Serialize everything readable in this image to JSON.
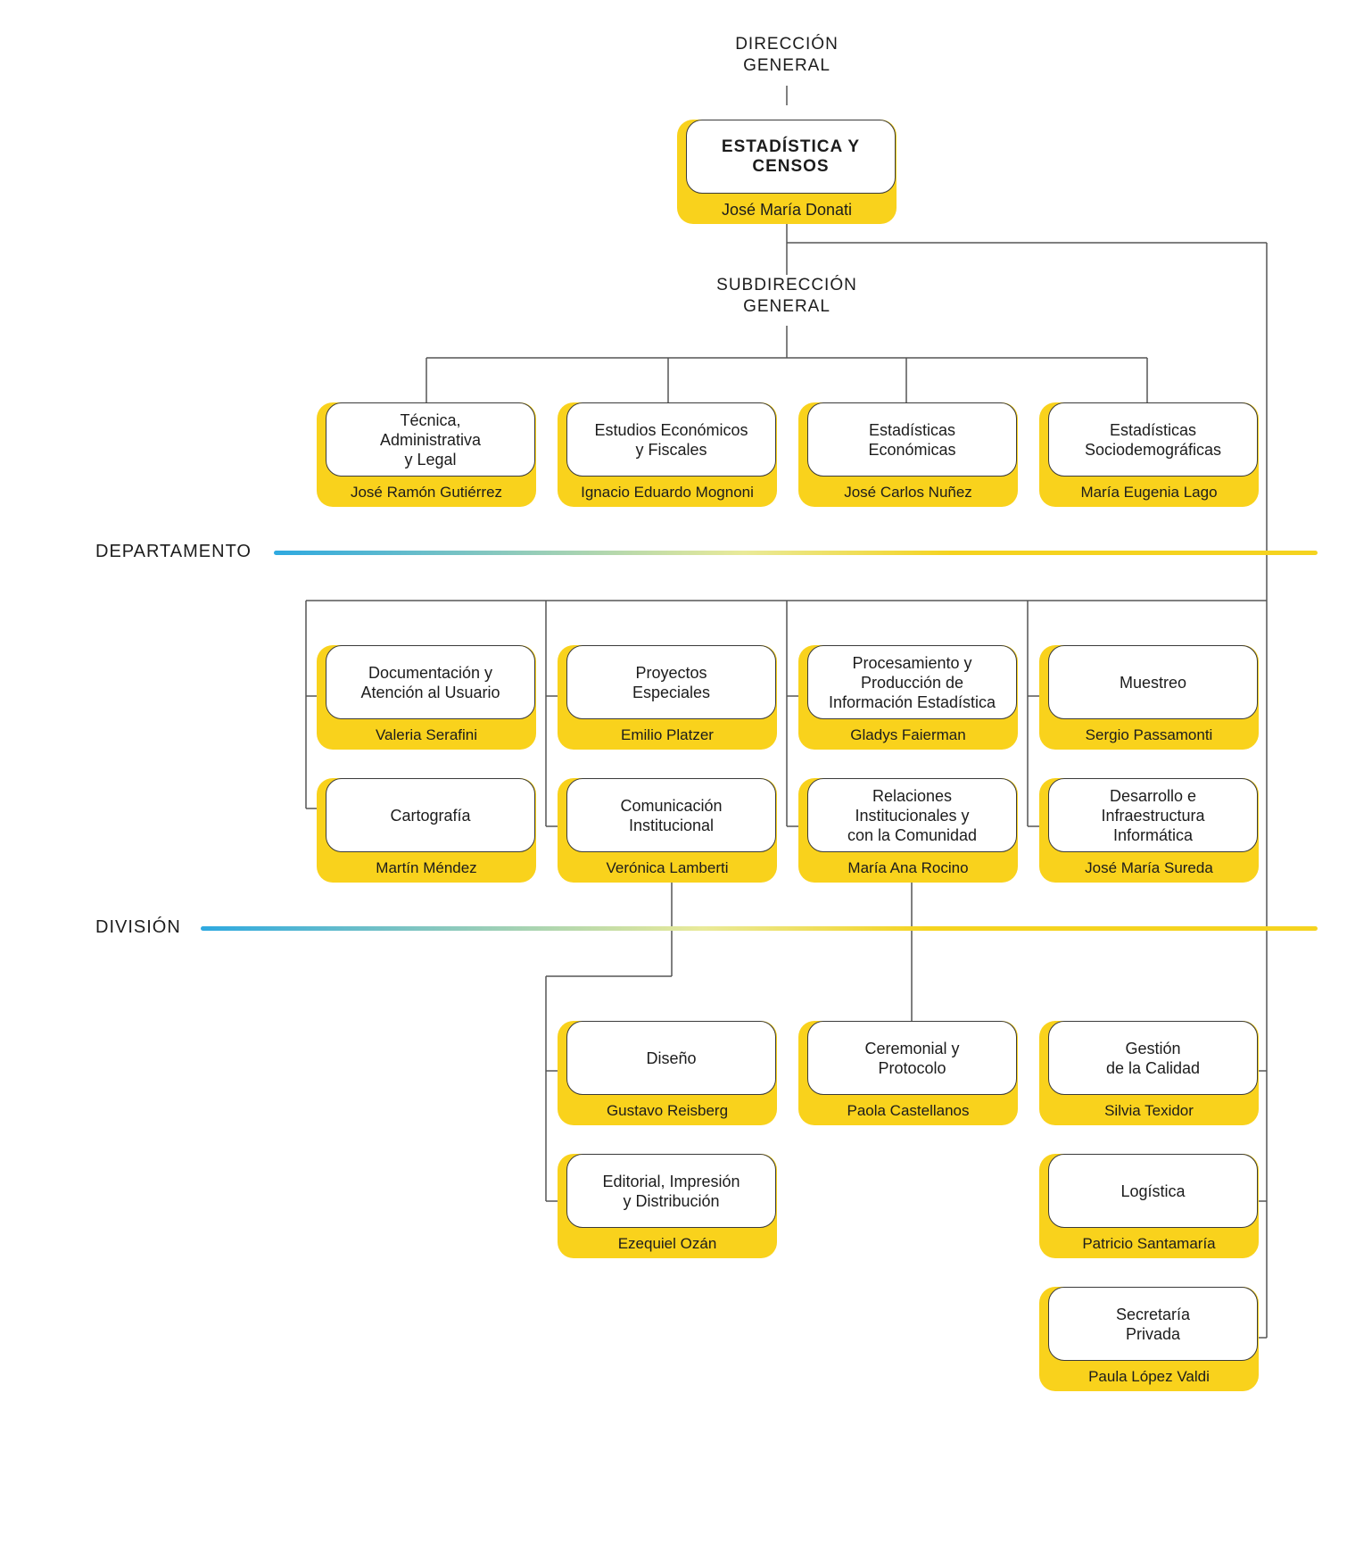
{
  "top_label": "DIRECCIÓN\nGENERAL",
  "root": {
    "title": "ESTADÍSTICA Y\nCENSOS",
    "name": "José María Donati"
  },
  "sub_label": "SUBDIRECCIÓN\nGENERAL",
  "directorates": [
    {
      "title": "Técnica,\nAdministrativa\ny Legal",
      "name": "José Ramón Gutiérrez"
    },
    {
      "title": "Estudios Económicos\ny Fiscales",
      "name": "Ignacio Eduardo Mognoni"
    },
    {
      "title": "Estadísticas\nEconómicas",
      "name": "José Carlos Nuñez"
    },
    {
      "title": "Estadísticas\nSociodemográficas",
      "name": "María Eugenia Lago"
    }
  ],
  "departamento_label": "DEPARTAMENTO",
  "departments": [
    {
      "title": "Documentación y\nAtención al Usuario",
      "name": "Valeria Serafini"
    },
    {
      "title": "Proyectos\nEspeciales",
      "name": "Emilio Platzer"
    },
    {
      "title": "Procesamiento y\nProducción de\nInformación Estadística",
      "name": "Gladys Faierman"
    },
    {
      "title": "Muestreo",
      "name": "Sergio Passamonti"
    },
    {
      "title": "Cartografía",
      "name": "Martín Méndez"
    },
    {
      "title": "Comunicación\nInstitucional",
      "name": "Verónica Lamberti"
    },
    {
      "title": "Relaciones\nInstitucionales y\ncon la Comunidad",
      "name": "María Ana Rocino"
    },
    {
      "title": "Desarrollo e\nInfraestructura\nInformática",
      "name": "José María Sureda"
    }
  ],
  "division_label": "DIVISIÓN",
  "divisions": [
    {
      "title": "Diseño",
      "name": "Gustavo Reisberg"
    },
    {
      "title": "Ceremonial y\nProtocolo",
      "name": "Paola Castellanos"
    },
    {
      "title": "Gestión\nde la Calidad",
      "name": "Silvia Texidor"
    },
    {
      "title": "Editorial, Impresión\ny Distribución",
      "name": "Ezequiel Ozán"
    },
    {
      "title": "Logística",
      "name": "Patricio Santamaría"
    },
    {
      "title": "Secretaría\nPrivada",
      "name": "Paula López Valdi"
    }
  ]
}
